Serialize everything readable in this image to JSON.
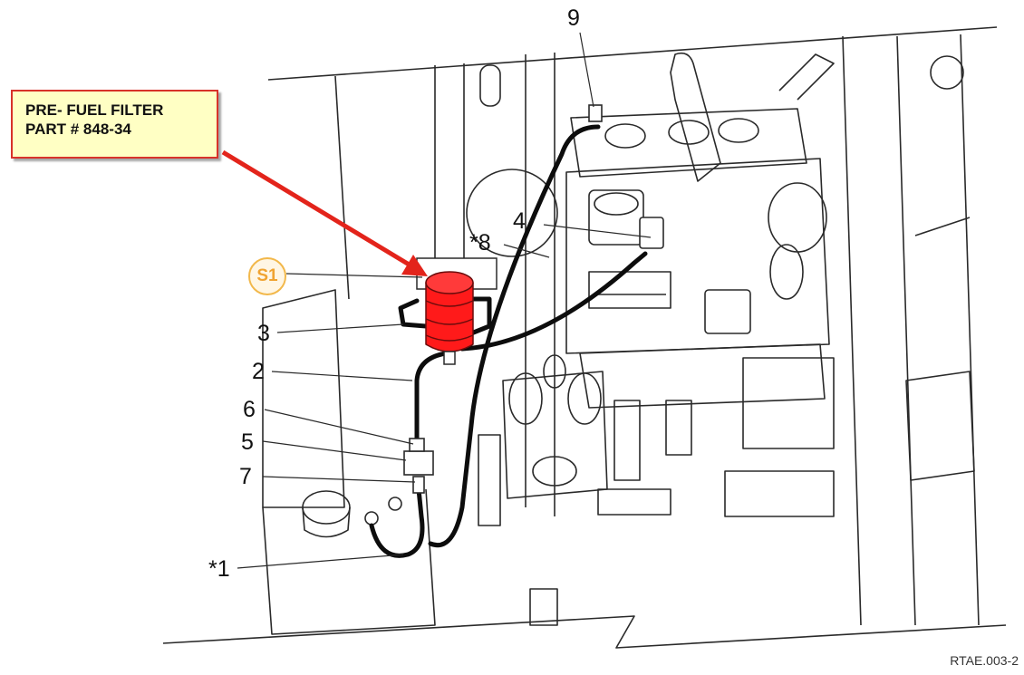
{
  "callout": {
    "line1": "PRE- FUEL FILTER",
    "line2": "PART # 848-34"
  },
  "badge": {
    "label": "S1"
  },
  "labels": {
    "n1": "*1",
    "n2": "2",
    "n3": "3",
    "n4": "4",
    "n5": "5",
    "n6": "6",
    "n7": "7",
    "n8": "*8",
    "n9": "9"
  },
  "reference_code": "RTAE.003-2",
  "colors": {
    "filter": "#ff1a1a",
    "callout_fill": "#ffffc4",
    "callout_border": "#d8322a",
    "arrow": "#e3241b",
    "badge": "#f0a331",
    "line_art": "#2a2a2a",
    "hose": "#0d0d0d"
  }
}
